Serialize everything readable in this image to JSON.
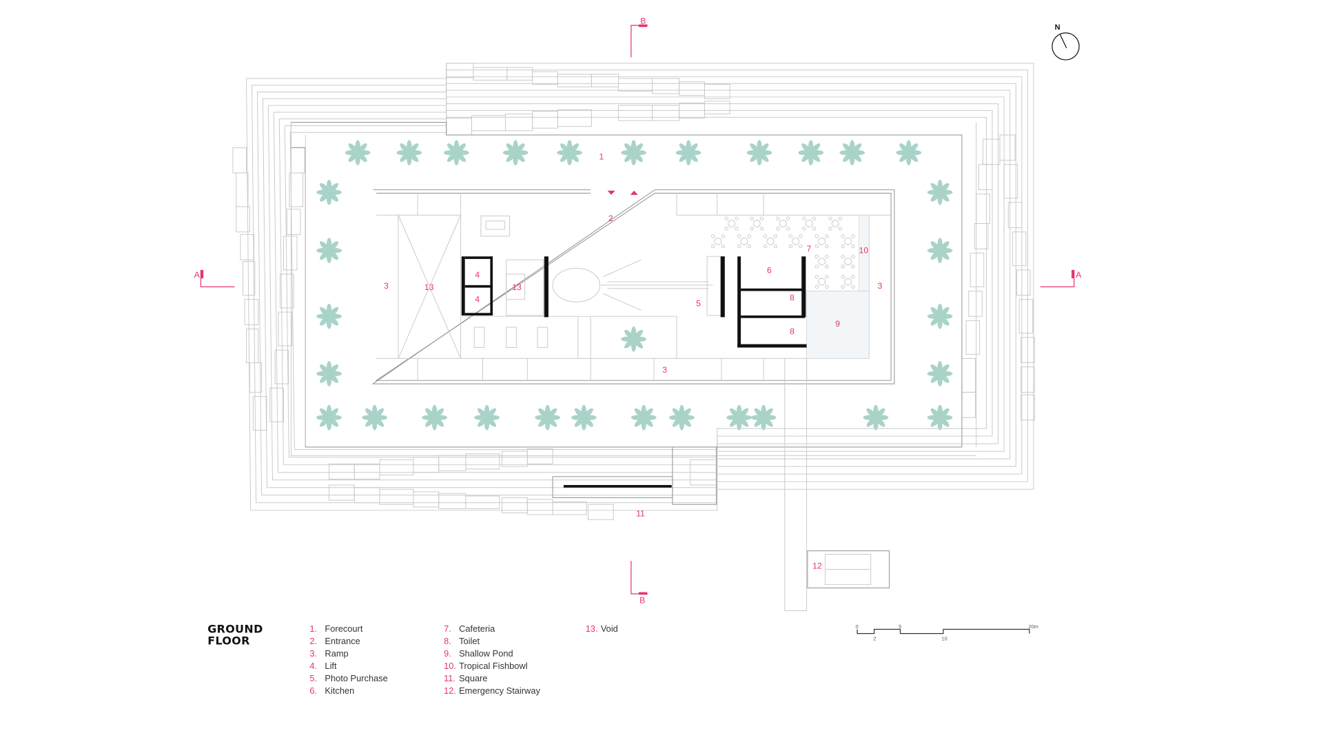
{
  "title": {
    "line1": "GROUND",
    "line2": "FLOOR"
  },
  "legend": [
    {
      "num": "1.",
      "label": "Forecourt"
    },
    {
      "num": "2.",
      "label": "Entrance"
    },
    {
      "num": "3.",
      "label": "Ramp"
    },
    {
      "num": "4.",
      "label": "Lift"
    },
    {
      "num": "5.",
      "label": "Photo Purchase"
    },
    {
      "num": "6.",
      "label": "Kitchen"
    },
    {
      "num": "7.",
      "label": "Cafeteria"
    },
    {
      "num": "8.",
      "label": "Toilet"
    },
    {
      "num": "9.",
      "label": "Shallow Pond"
    },
    {
      "num": "10.",
      "label": "Tropical Fishbowl"
    },
    {
      "num": "11.",
      "label": "Square"
    },
    {
      "num": "12.",
      "label": "Emergency Stairway"
    },
    {
      "num": "13.",
      "label": "Void"
    }
  ],
  "plan_labels": {
    "forecourt": "1",
    "entrance": "2",
    "ramp_left": "3",
    "ramp_right": "3",
    "ramp_bottom": "3",
    "lift_a": "4",
    "lift_b": "4",
    "photo": "5",
    "kitchen": "6",
    "cafeteria": "7",
    "toilet_a": "8",
    "toilet_b": "8",
    "pond": "9",
    "fishbowl": "10",
    "square": "11",
    "stair": "12",
    "void_a": "13",
    "void_b": "13"
  },
  "sections": {
    "a_left": "A",
    "a_right": "A",
    "b_top": "B",
    "b_bottom": "B"
  },
  "north": "N",
  "scale_bar": {
    "top": [
      "0",
      "5",
      "20m"
    ],
    "bottom": [
      "2",
      "10"
    ]
  },
  "colors": {
    "accent": "#e8336d",
    "tree": "#a9d3c9",
    "line": "#c9c9c9"
  }
}
